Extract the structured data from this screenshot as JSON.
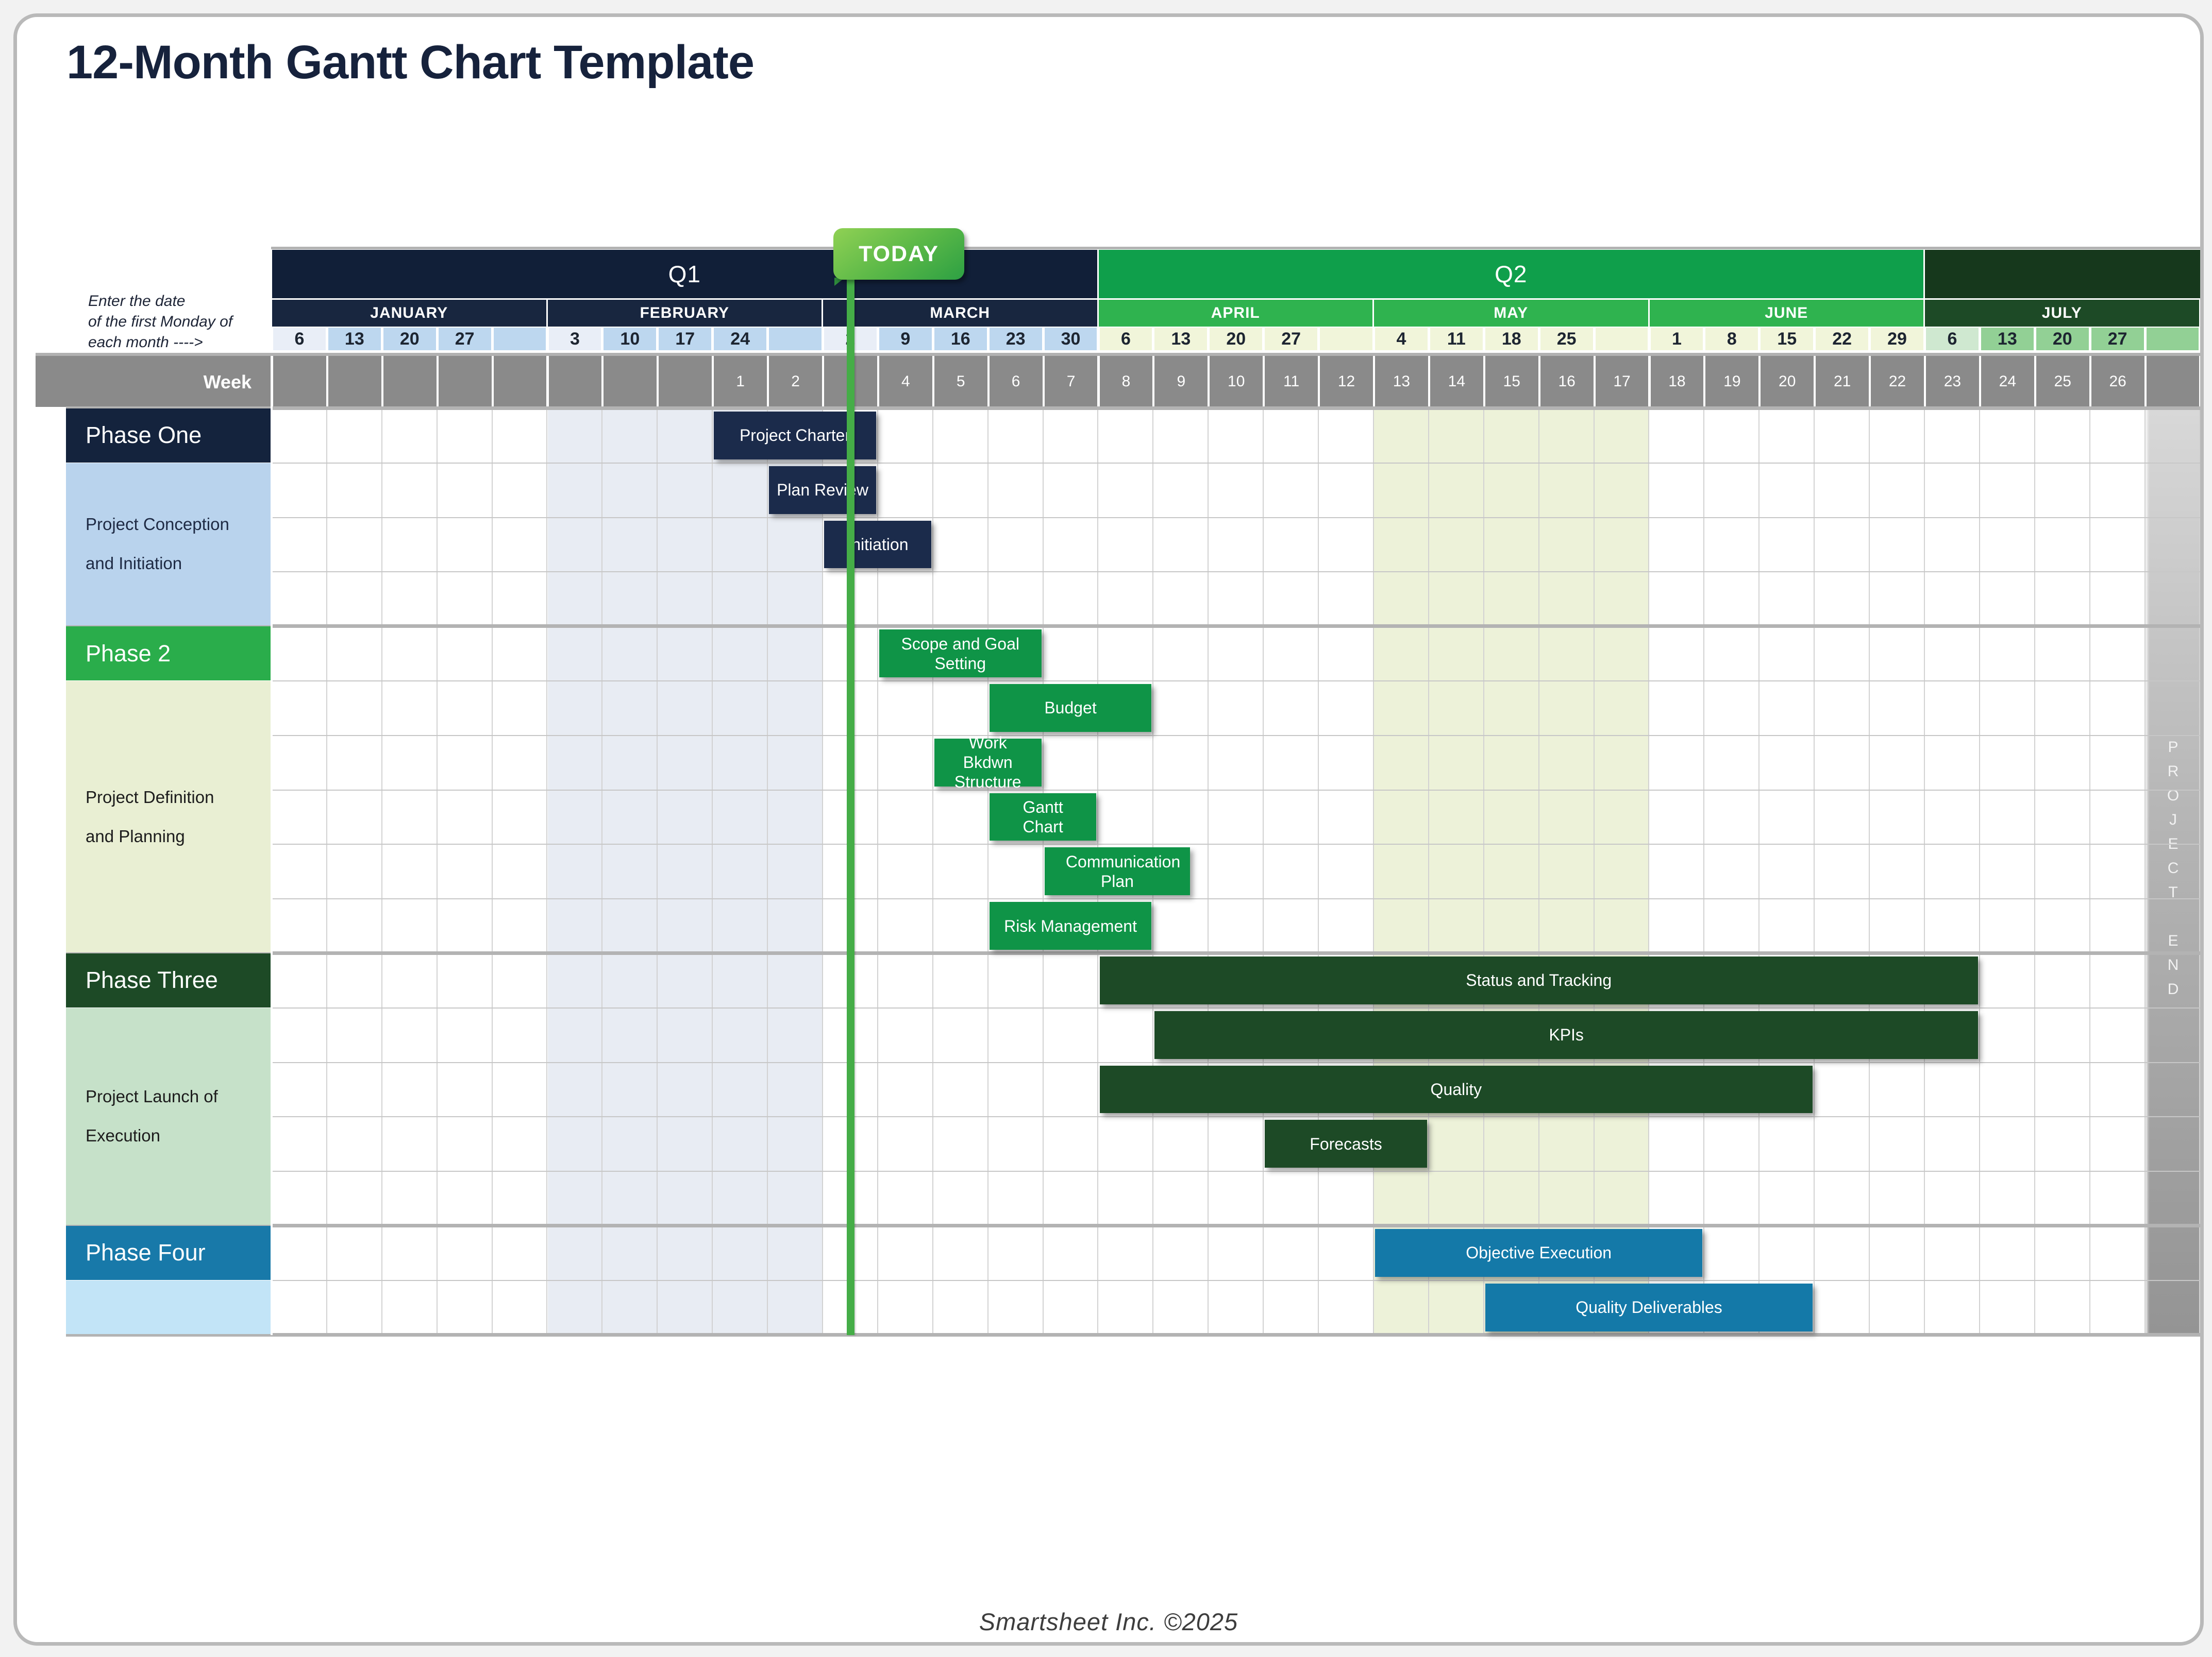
{
  "title": "12-Month Gantt Chart Template",
  "note": {
    "line1": "Enter the date",
    "line2": "of the first Monday of",
    "line3": "each month ---->"
  },
  "today": {
    "label": "TODAY"
  },
  "week_label": "Week",
  "footer": "Smartsheet Inc. ©2025",
  "project_end": {
    "text": "PROJECT END",
    "col": 34
  },
  "colors": {
    "q_navy": "#111f38",
    "q_green": "#0f9f4b",
    "q_darkgreen": "#16381c",
    "month_navy": "#18263f",
    "month_green": "#2fb34f",
    "month_darkgreen": "#1d4a26",
    "date_first_navy": "#e9eef7",
    "date_navy": "#bdd7ef",
    "date_green": "#f1f5da",
    "date_july_first": "#cfe8d0",
    "date_july": "#92d095",
    "date_aug": "#c3e3c5",
    "week_bg": "#8a8a8a",
    "week_bg_partial": "#8a9a8b",
    "band_feb": "#e8ecf3",
    "band_may": "#edf2d9",
    "band_aug": "#c9e6ca",
    "bar_navy": "#1b2b4b",
    "bar_green": "#0f9447",
    "bar_darkgreen": "#1d4a26",
    "bar_blue": "#1479a8",
    "ph1_hdr": "#14233d",
    "ph1_cell": "#b9d3ed",
    "ph1_text": "#1e2a44",
    "ph2_hdr": "#2aad4b",
    "ph2_cell": "#e9efd3",
    "ph2_text": "#1c1c1c",
    "ph3_hdr": "#1d4a26",
    "ph3_cell": "#c6e1c9",
    "ph3_text": "#1c1c1c",
    "ph4_hdr": "#1879a9",
    "ph4_cell": "#c2e4f7",
    "ph4_text": "#1c1c1c",
    "today_line": "#45ad47",
    "grid_v": "#d2d2d2",
    "grid_h": "#c7c7c7",
    "grid_section": "#b3b3b3",
    "projend_top": "#d8d8d8",
    "projend_bottom": "#949494"
  },
  "quarters": [
    {
      "id": "q1",
      "label": "Q1",
      "start": 0,
      "span": 15,
      "color_key": "q_navy"
    },
    {
      "id": "q2",
      "label": "Q2",
      "start": 15,
      "span": 15,
      "color_key": "q_green"
    },
    {
      "id": "q3",
      "label": "",
      "start": 30,
      "span": 6,
      "color_key": "q_darkgreen"
    }
  ],
  "months": [
    {
      "label": "JANUARY",
      "start": 0,
      "span": 5,
      "color_key": "month_navy"
    },
    {
      "label": "FEBRUARY",
      "start": 5,
      "span": 5,
      "color_key": "month_navy"
    },
    {
      "label": "MARCH",
      "start": 10,
      "span": 5,
      "color_key": "month_navy"
    },
    {
      "label": "APRIL",
      "start": 15,
      "span": 5,
      "color_key": "month_green"
    },
    {
      "label": "MAY",
      "start": 20,
      "span": 5,
      "color_key": "month_green"
    },
    {
      "label": "JUNE",
      "start": 25,
      "span": 5,
      "color_key": "month_green"
    },
    {
      "label": "JULY",
      "start": 30,
      "span": 5,
      "color_key": "month_darkgreen"
    },
    {
      "label": "",
      "start": 35,
      "span": 1,
      "color_key": "month_darkgreen"
    }
  ],
  "dates": [
    {
      "t": "6",
      "color_key": "date_first_navy"
    },
    {
      "t": "13",
      "color_key": "date_navy"
    },
    {
      "t": "20",
      "color_key": "date_navy"
    },
    {
      "t": "27",
      "color_key": "date_navy"
    },
    {
      "t": "",
      "color_key": "date_navy"
    },
    {
      "t": "3",
      "color_key": "date_first_navy"
    },
    {
      "t": "10",
      "color_key": "date_navy"
    },
    {
      "t": "17",
      "color_key": "date_navy"
    },
    {
      "t": "24",
      "color_key": "date_navy"
    },
    {
      "t": "",
      "color_key": "date_navy"
    },
    {
      "t": "2",
      "color_key": "date_first_navy"
    },
    {
      "t": "9",
      "color_key": "date_navy"
    },
    {
      "t": "16",
      "color_key": "date_navy"
    },
    {
      "t": "23",
      "color_key": "date_navy"
    },
    {
      "t": "30",
      "color_key": "date_navy"
    },
    {
      "t": "6",
      "color_key": "date_green"
    },
    {
      "t": "13",
      "color_key": "date_green"
    },
    {
      "t": "20",
      "color_key": "date_green"
    },
    {
      "t": "27",
      "color_key": "date_green"
    },
    {
      "t": "",
      "color_key": "date_green"
    },
    {
      "t": "4",
      "color_key": "date_green"
    },
    {
      "t": "11",
      "color_key": "date_green"
    },
    {
      "t": "18",
      "color_key": "date_green"
    },
    {
      "t": "25",
      "color_key": "date_green"
    },
    {
      "t": "",
      "color_key": "date_green"
    },
    {
      "t": "1",
      "color_key": "date_green"
    },
    {
      "t": "8",
      "color_key": "date_green"
    },
    {
      "t": "15",
      "color_key": "date_green"
    },
    {
      "t": "22",
      "color_key": "date_green"
    },
    {
      "t": "29",
      "color_key": "date_green"
    },
    {
      "t": "6",
      "color_key": "date_july_first"
    },
    {
      "t": "13",
      "color_key": "date_july"
    },
    {
      "t": "20",
      "color_key": "date_july"
    },
    {
      "t": "27",
      "color_key": "date_july"
    },
    {
      "t": "",
      "color_key": "date_july"
    },
    {
      "t": "",
      "color_key": "date_aug"
    }
  ],
  "weeks": [
    "",
    "",
    "",
    "",
    "",
    "",
    "",
    "",
    "1",
    "2",
    "3",
    "4",
    "5",
    "6",
    "7",
    "8",
    "9",
    "10",
    "11",
    "12",
    "13",
    "14",
    "15",
    "16",
    "17",
    "18",
    "19",
    "20",
    "21",
    "22",
    "23",
    "24",
    "25",
    "26",
    "",
    ""
  ],
  "sections": [
    {
      "id": "phase-one",
      "header_label": "Phase One",
      "header_row": 0,
      "label_rows": 3,
      "cell_label": "Project Conception and Initiation",
      "hdr_key": "ph1_hdr",
      "cell_key": "ph1_cell",
      "text_key": "ph1_text"
    },
    {
      "id": "phase-2",
      "header_label": "Phase 2",
      "header_row": 4,
      "label_rows": 5,
      "cell_label": "Project Definition and Planning",
      "hdr_key": "ph2_hdr",
      "cell_key": "ph2_cell",
      "text_key": "ph2_text"
    },
    {
      "id": "phase-three",
      "header_label": "Phase Three",
      "header_row": 10,
      "label_rows": 4,
      "cell_label": "Project Launch of Execution",
      "hdr_key": "ph3_hdr",
      "cell_key": "ph3_cell",
      "text_key": "ph3_text"
    },
    {
      "id": "phase-four",
      "header_label": "Phase Four",
      "header_row": 15,
      "label_rows": 1,
      "cell_label": "",
      "hdr_key": "ph4_hdr",
      "cell_key": "ph4_cell",
      "text_key": "ph4_text"
    }
  ],
  "bars": [
    {
      "label": "Project Charter",
      "row": 0,
      "col": 8,
      "span": 3,
      "color_key": "bar_navy"
    },
    {
      "label": "Plan Review",
      "row": 1,
      "col": 9,
      "span": 2,
      "color_key": "bar_navy"
    },
    {
      "label": "Initiation",
      "row": 2,
      "col": 10,
      "span": 2,
      "color_key": "bar_navy"
    },
    {
      "label": "Scope and Goal Setting",
      "row": 4,
      "col": 11,
      "span": 3,
      "color_key": "bar_green"
    },
    {
      "label": "Budget",
      "row": 5,
      "col": 13,
      "span": 3,
      "color_key": "bar_green"
    },
    {
      "label": "Work Bkdwn Structure",
      "row": 6,
      "col": 12,
      "span": 2,
      "color_key": "bar_green",
      "narrow": true
    },
    {
      "label": "Gantt Chart",
      "row": 7,
      "col": 13,
      "span": 2,
      "color_key": "bar_green",
      "narrow": true
    },
    {
      "label": "Communication Plan",
      "row": 8,
      "col": 14,
      "span": 2.7,
      "color_key": "bar_green",
      "narrow": true
    },
    {
      "label": "Risk Management",
      "row": 9,
      "col": 13,
      "span": 3,
      "color_key": "bar_green"
    },
    {
      "label": "Status  and Tracking",
      "row": 10,
      "col": 15,
      "span": 16,
      "color_key": "bar_darkgreen"
    },
    {
      "label": "KPIs",
      "row": 11,
      "col": 16,
      "span": 15,
      "color_key": "bar_darkgreen"
    },
    {
      "label": "Quality",
      "row": 12,
      "col": 15,
      "span": 13,
      "color_key": "bar_darkgreen"
    },
    {
      "label": "Forecasts",
      "row": 13,
      "col": 18,
      "span": 3,
      "color_key": "bar_darkgreen"
    },
    {
      "label": "Objective Execution",
      "row": 15,
      "col": 20,
      "span": 6,
      "color_key": "bar_blue"
    },
    {
      "label": "Quality Deliverables",
      "row": 16,
      "col": 22,
      "span": 6,
      "color_key": "bar_blue"
    }
  ]
}
